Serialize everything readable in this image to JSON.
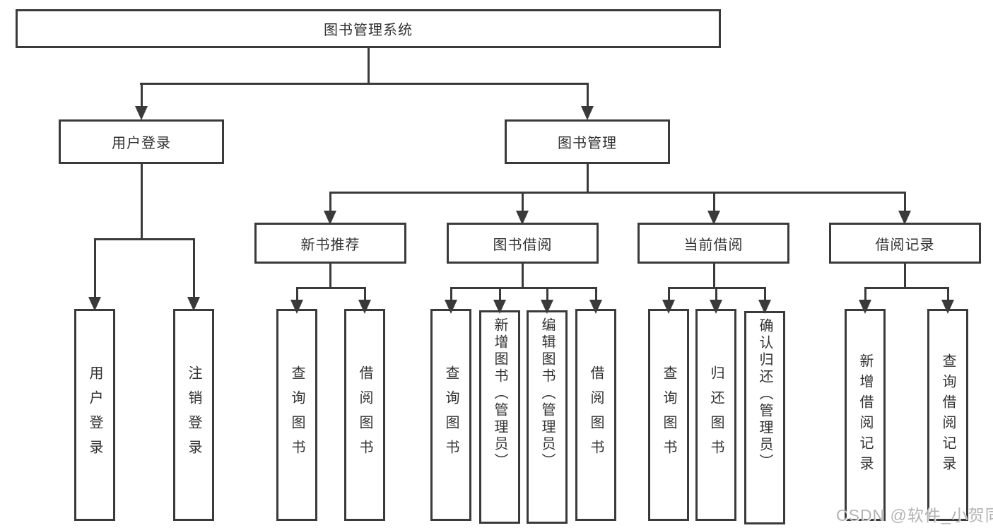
{
  "tree": {
    "label": "图书管理系统",
    "children": [
      {
        "label": "用户登录",
        "children": [
          {
            "label": "用户登录"
          },
          {
            "label": "注销登录"
          }
        ]
      },
      {
        "label": "图书管理",
        "children": [
          {
            "label": "新书推荐",
            "children": [
              {
                "label": "查询图书"
              },
              {
                "label": "借阅图书"
              }
            ]
          },
          {
            "label": "图书借阅",
            "children": [
              {
                "label": "查询图书"
              },
              {
                "label": "新增图书（管理员）"
              },
              {
                "label": "编辑图书（管理员）"
              },
              {
                "label": "借阅图书"
              }
            ]
          },
          {
            "label": "当前借阅",
            "children": [
              {
                "label": "查询图书"
              },
              {
                "label": "归还图书"
              },
              {
                "label": "确认归还（管理员）"
              }
            ]
          },
          {
            "label": "借阅记录",
            "children": [
              {
                "label": "新增借阅记录"
              },
              {
                "label": "查询借阅记录"
              }
            ]
          }
        ]
      }
    ]
  },
  "watermark": {
    "text": "CSDN @软件_小贺同学"
  },
  "colors": {
    "line": "#3a3a3a",
    "text": "#323232",
    "background": "#ffffff",
    "watermark": "#b4b4b4"
  }
}
